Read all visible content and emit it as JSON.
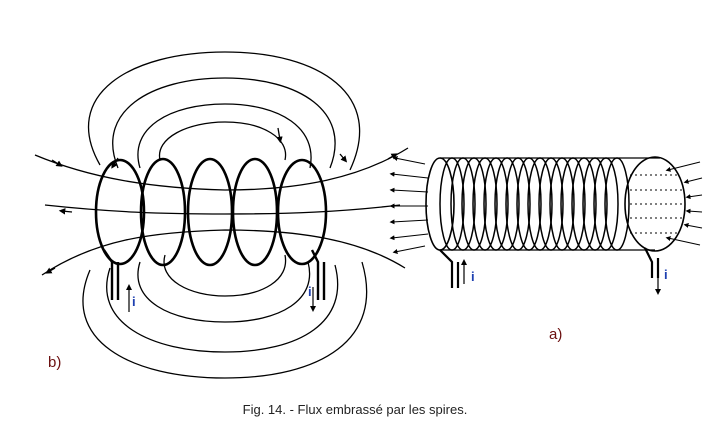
{
  "figure": {
    "caption": "Fig. 14. - Flux embrassé par les spires.",
    "panel_a_label": "a)",
    "panel_b_label": "b)",
    "current_symbol": "i"
  },
  "colors": {
    "lines": "#000000",
    "current_label": "#1d3fb0",
    "panel_label": "#6b0f0f",
    "caption": "#222222"
  }
}
